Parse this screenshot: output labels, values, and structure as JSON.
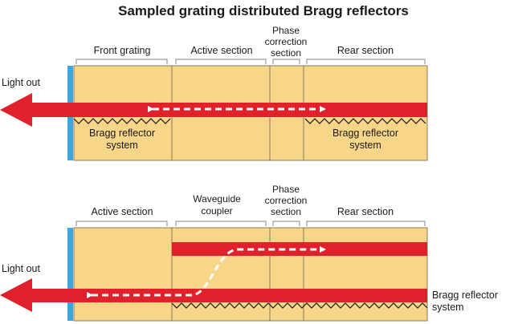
{
  "title": "Sampled grating distributed Bragg reflectors",
  "colors": {
    "section_fill": "#f7d68a",
    "section_stroke": "#8a7a55",
    "mirror": "#3ea6d8",
    "beam": "#e0202a",
    "bracket": "#9a9a9a",
    "text": "#1a1a1a"
  },
  "top_diagram": {
    "light_out": "Light out",
    "sections": {
      "front": "Front grating",
      "active": "Active section",
      "phase": [
        "Phase",
        "correction",
        "section"
      ],
      "rear": "Rear section"
    },
    "bragg_left": [
      "Bragg reflector",
      "system"
    ],
    "bragg_right": [
      "Bragg reflector",
      "system"
    ]
  },
  "bottom_diagram": {
    "light_out": "Light out",
    "sections": {
      "active": "Active section",
      "coupler": [
        "Waveguide",
        "coupler"
      ],
      "phase": [
        "Phase",
        "correction",
        "section"
      ],
      "rear": "Rear section"
    },
    "bragg": [
      "Bragg reflector",
      "system"
    ]
  }
}
